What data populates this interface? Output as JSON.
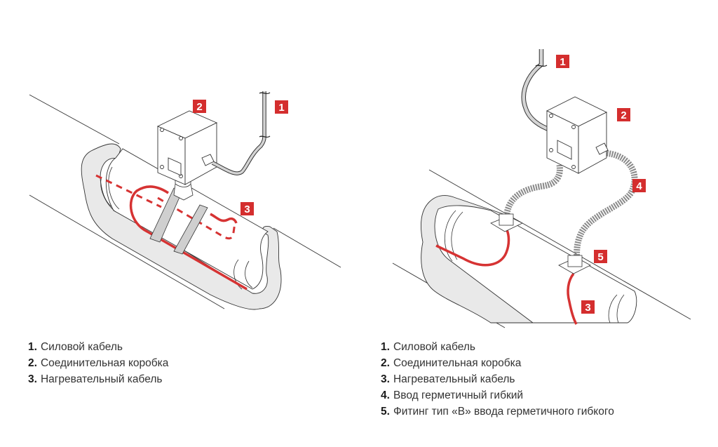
{
  "colors": {
    "heating_cable": "#d63333",
    "badge": "#d42e2e",
    "line": "#333333",
    "insulation": "#e9e9e9",
    "conduit": "#8a8a8a"
  },
  "left_figure": {
    "badges": [
      {
        "number": "1"
      },
      {
        "number": "2"
      },
      {
        "number": "3"
      }
    ],
    "legend": [
      {
        "number": "1.",
        "label": "Силовой кабель"
      },
      {
        "number": "2.",
        "label": "Соединительная коробка"
      },
      {
        "number": "3.",
        "label": "Нагревательный кабель"
      }
    ]
  },
  "right_figure": {
    "badges": [
      {
        "number": "1"
      },
      {
        "number": "2"
      },
      {
        "number": "3"
      },
      {
        "number": "4"
      },
      {
        "number": "5"
      }
    ],
    "legend": [
      {
        "number": "1.",
        "label": "Силовой кабель"
      },
      {
        "number": "2.",
        "label": "Соединительная коробка"
      },
      {
        "number": "3.",
        "label": "Нагревательный кабель"
      },
      {
        "number": "4.",
        "label": "Ввод герметичный гибкий"
      },
      {
        "number": "5.",
        "label": "Фитинг тип «В» ввода герметичного гибкого"
      }
    ]
  }
}
